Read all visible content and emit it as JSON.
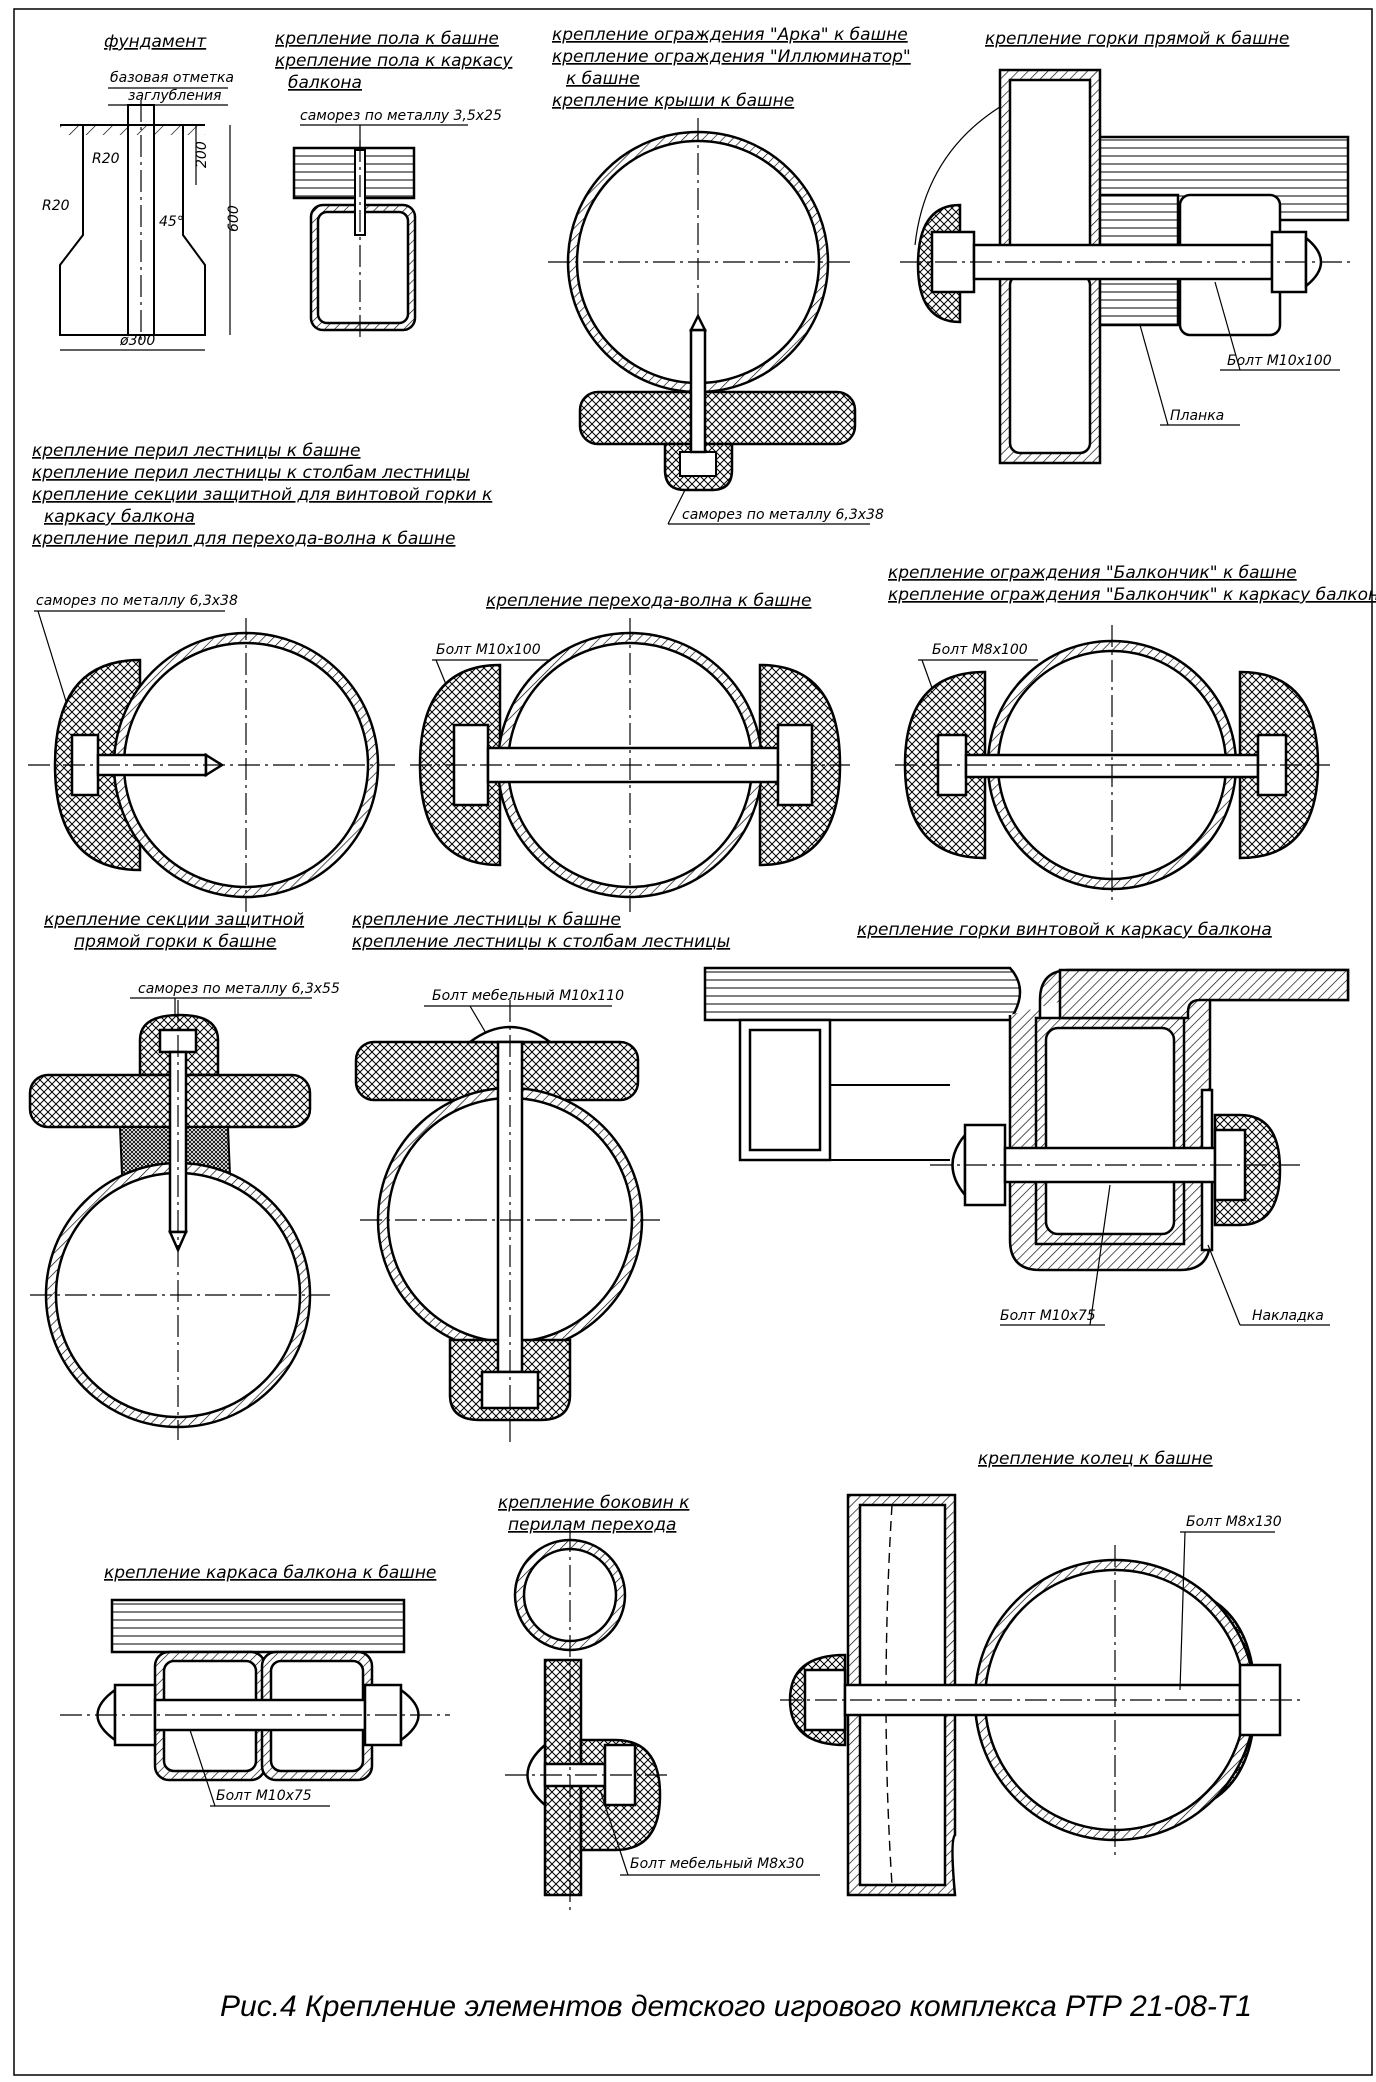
{
  "figure": {
    "caption": "Рис.4  Крепление элементов детского игрового комплекса РТР 21-08-Т1"
  },
  "details": {
    "foundation": {
      "title": "фундамент",
      "base_mark_1": "базовая отметка",
      "base_mark_2": "заглубления",
      "r20_a": "R20",
      "r20_b": "R20",
      "dim_200": "200",
      "angle_45": "45°",
      "dim_600": "600",
      "dim_d300": "ø300"
    },
    "floor": {
      "title_1": "крепление пола к башне",
      "title_2": "крепление пола к каркасу",
      "title_3": "балкона",
      "screw": "саморез по металлу 3,5х25"
    },
    "arch": {
      "title_1": "крепление ограждения \"Арка\" к башне",
      "title_2": "крепление ограждения \"Иллюминатор\"",
      "title_3": "к башне",
      "title_4": "крепление крыши к башне",
      "screw": "саморез по металлу 6,3х38"
    },
    "straight_slide": {
      "title": "крепление горки прямой к башне",
      "bolt": "Болт М10х100",
      "plate": "Планка"
    },
    "railings": {
      "title_1": "крепление перил лестницы к башне",
      "title_2": "крепление перил лестницы к столбам лестницы",
      "title_3": "крепление секции защитной для винтовой горки к",
      "title_4": "каркасу балкона",
      "title_5": "крепление перил для перехода-волна к башне"
    },
    "screw_view": {
      "screw": "саморез по металлу 6,3х38"
    },
    "wave": {
      "title": "крепление перехода-волна к башне",
      "bolt": "Болт М10х100"
    },
    "balcony_fence": {
      "title_1": "крепление ограждения \"Балкончик\" к башне",
      "title_2": "крепление ограждения \"Балкончик\" к каркасу балкона",
      "bolt": "Болт М8х100"
    },
    "protect_section": {
      "title_1": "крепление секции защитной",
      "title_2": "прямой горки к башне",
      "screw": "саморез по металлу 6,3х55"
    },
    "ladder": {
      "title_1": "крепление лестницы к башне",
      "title_2": "крепление лестницы к столбам лестницы",
      "bolt": "Болт мебельный М10х110"
    },
    "spiral_slide": {
      "title": "крепление горки винтовой к каркасу балкона",
      "bolt": "Болт М10х75",
      "overlay": "Накладка"
    },
    "balcony_frame": {
      "title": "крепление каркаса балкона к башне",
      "bolt": "Болт М10х75"
    },
    "side_panels": {
      "title_1": "крепление боковин к",
      "title_2": "перилам перехода",
      "bolt": "Болт мебельный М8х30"
    },
    "rings": {
      "title": "крепление колец к башне",
      "bolt": "Болт М8х130"
    }
  }
}
